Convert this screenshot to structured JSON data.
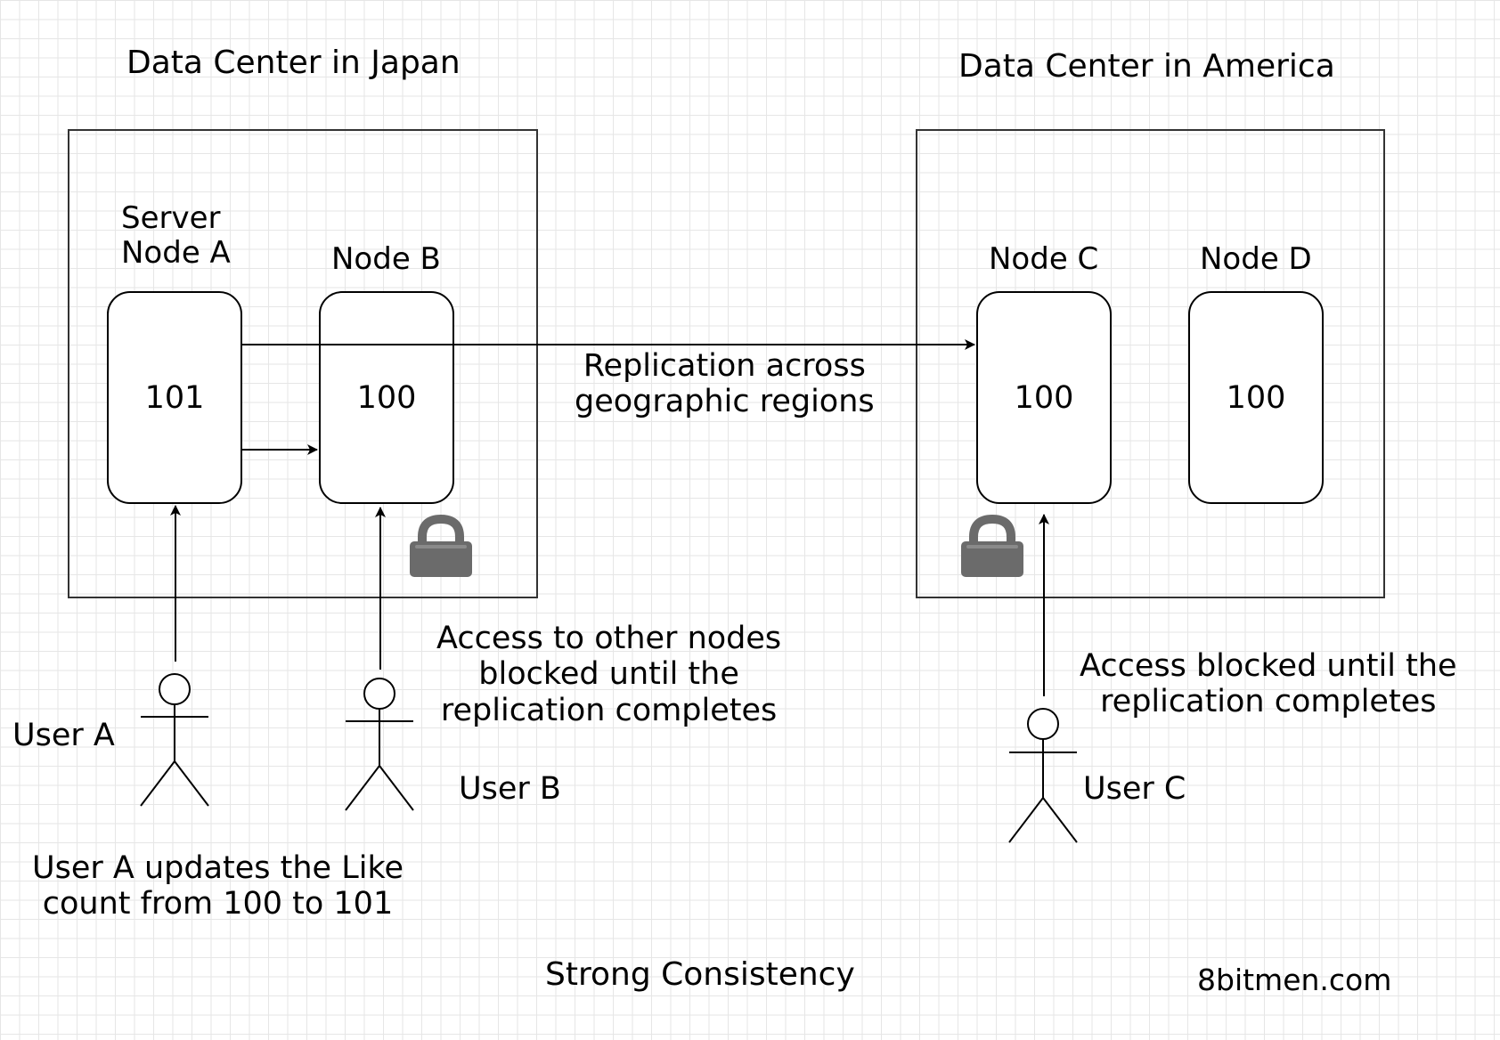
{
  "data_centers": [
    {
      "title": "Data Center in Japan"
    },
    {
      "title": "Data Center in America"
    }
  ],
  "nodes": {
    "a": {
      "label": "Server\nNode A",
      "value": "101"
    },
    "b": {
      "label": "Node B",
      "value": "100"
    },
    "c": {
      "label": "Node C",
      "value": "100"
    },
    "d": {
      "label": "Node D",
      "value": "100"
    }
  },
  "users": {
    "a": "User A",
    "b": "User B",
    "c": "User C"
  },
  "annotations": {
    "replication": "Replication across\ngeographic regions",
    "access_other_nodes": "Access to other nodes\nblocked until the\nreplication completes",
    "access_blocked": "Access blocked until the\nreplication completes",
    "user_a_update": "User A updates the Like\ncount from 100 to 101"
  },
  "footer": {
    "title": "Strong Consistency",
    "credit": "8bitmen.com"
  },
  "icons": [
    "lock-icon",
    "stick-figure-icon",
    "arrow-icon"
  ],
  "colors": {
    "lock": "#6b6b6b",
    "stroke": "#000000",
    "grid": "#e6e6e6"
  }
}
